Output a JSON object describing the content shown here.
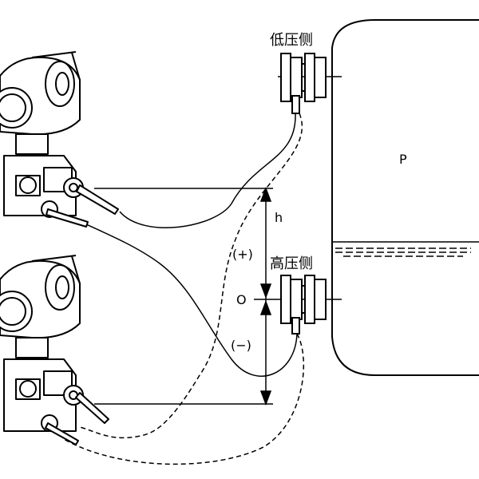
{
  "labels": {
    "low_side": "低压侧",
    "high_side": "高压侧",
    "pressure": "P",
    "height": "h",
    "positive": "(+)",
    "zero": "O",
    "negative": "(−)"
  },
  "colors": {
    "line": "#000000",
    "background": "#ffffff"
  }
}
